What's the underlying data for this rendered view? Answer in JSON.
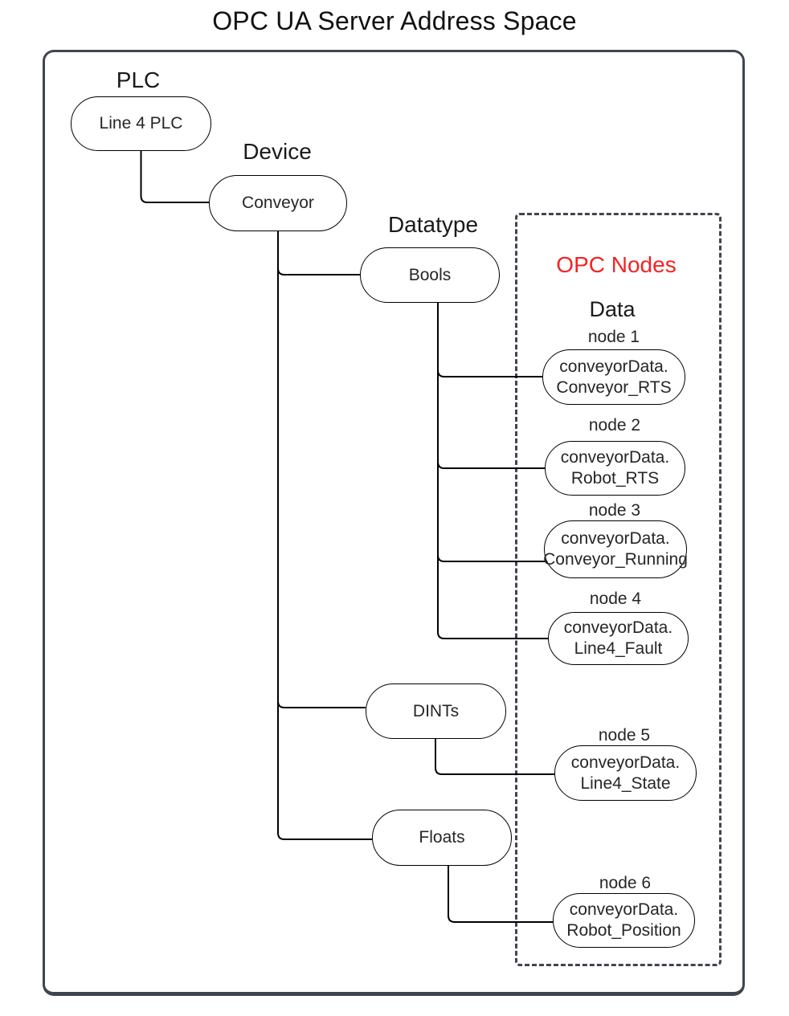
{
  "title": "OPC UA Server Address Space",
  "colors": {
    "accent_red": "#f52222",
    "frame_dark": "#3f4550",
    "line_black": "#000000",
    "background": "#ffffff"
  },
  "tree": {
    "plc_label": "PLC",
    "plc_node": "Line 4 PLC",
    "device_label": "Device",
    "device_node": "Conveyor",
    "datatype_label": "Datatype",
    "datatype_nodes": {
      "bools": "Bools",
      "dints": "DINTs",
      "floats": "Floats"
    }
  },
  "opc": {
    "header": "OPC Nodes",
    "subheader": "Data",
    "nodes": [
      {
        "label": "node 1",
        "line1": "conveyorData.",
        "line2": "Conveyor_RTS"
      },
      {
        "label": "node 2",
        "line1": "conveyorData.",
        "line2": "Robot_RTS"
      },
      {
        "label": "node 3",
        "line1": "conveyorData.",
        "line2": "Conveyor_Running"
      },
      {
        "label": "node 4",
        "line1": "conveyorData.",
        "line2": "Line4_Fault"
      },
      {
        "label": "node 5",
        "line1": "conveyorData.",
        "line2": "Line4_State"
      },
      {
        "label": "node 6",
        "line1": "conveyorData.",
        "line2": "Robot_Position"
      }
    ]
  }
}
